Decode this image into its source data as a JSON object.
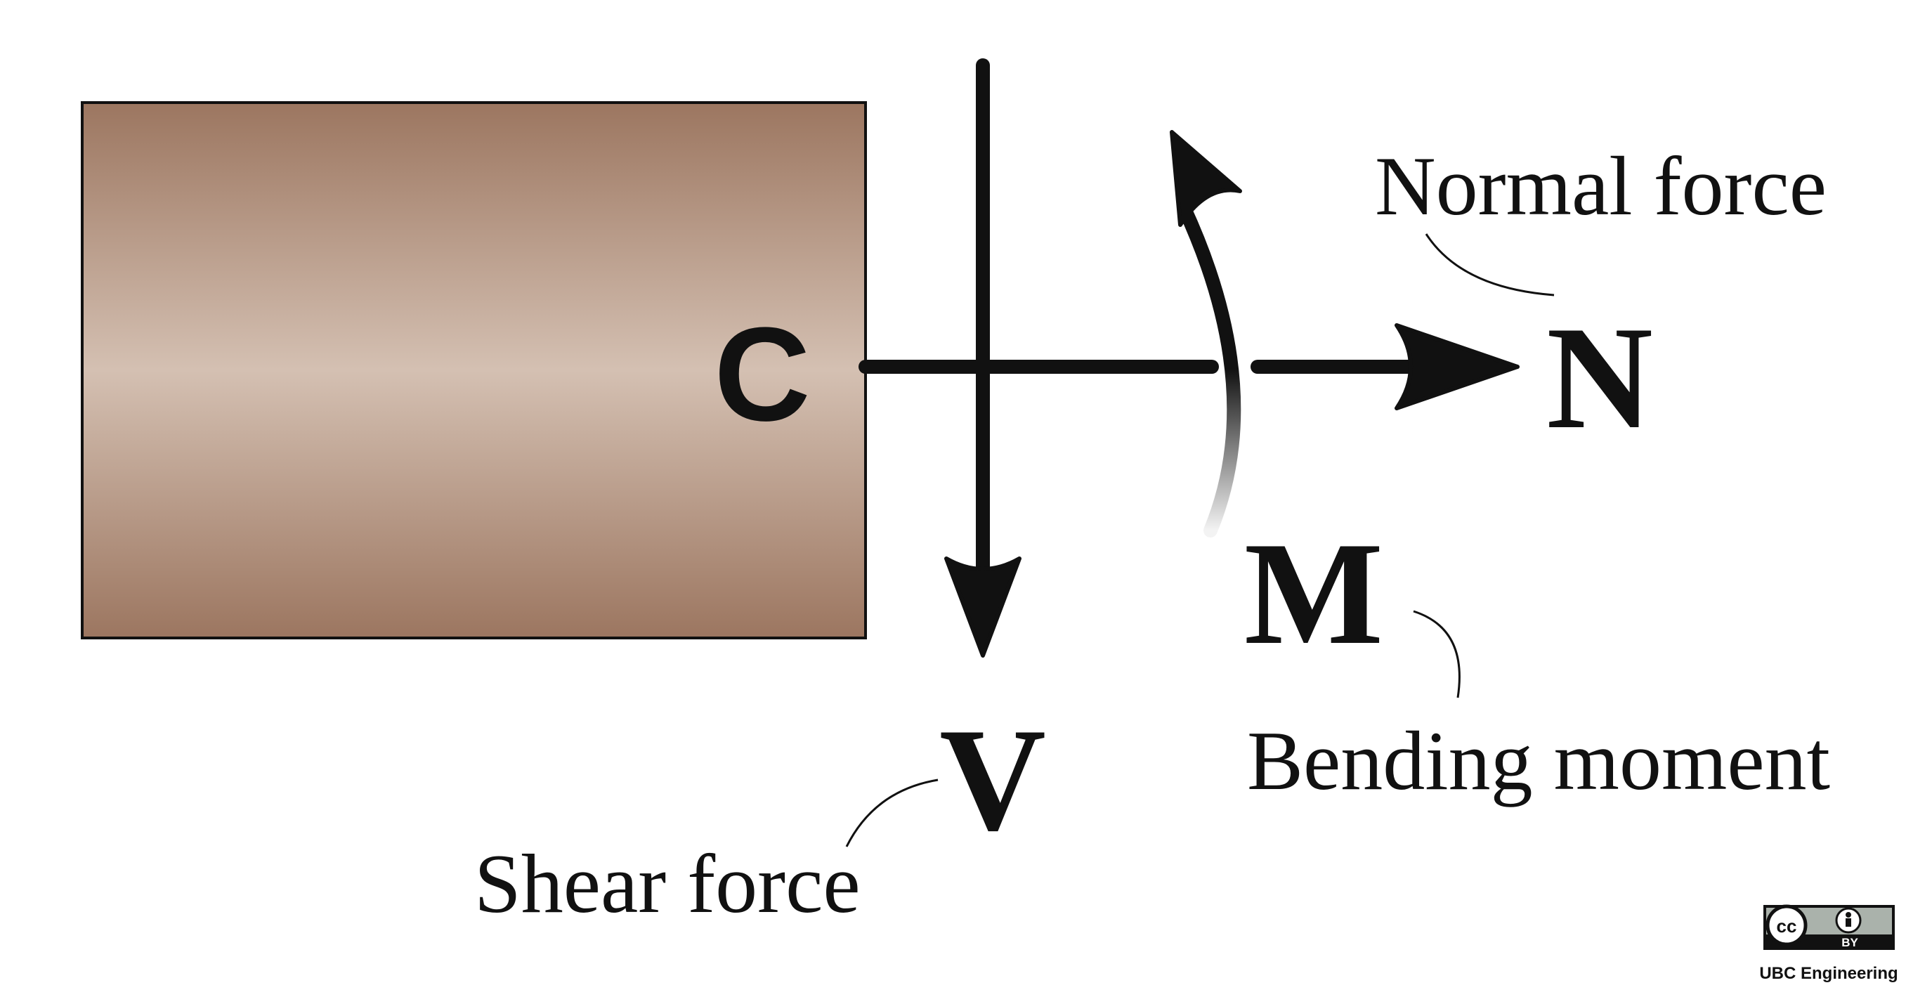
{
  "body": {
    "section_label": "C",
    "fill_edge_color": "#9c7660",
    "fill_center_color": "#d4c0b2",
    "outline_color": "#111111"
  },
  "forces": {
    "normal": {
      "symbol": "N",
      "name": "Normal force"
    },
    "shear": {
      "symbol": "V",
      "name": "Shear force"
    },
    "moment": {
      "symbol": "M",
      "name": "Bending moment"
    }
  },
  "license": {
    "badge": "CC BY",
    "attribution": "UBC Engineering"
  }
}
